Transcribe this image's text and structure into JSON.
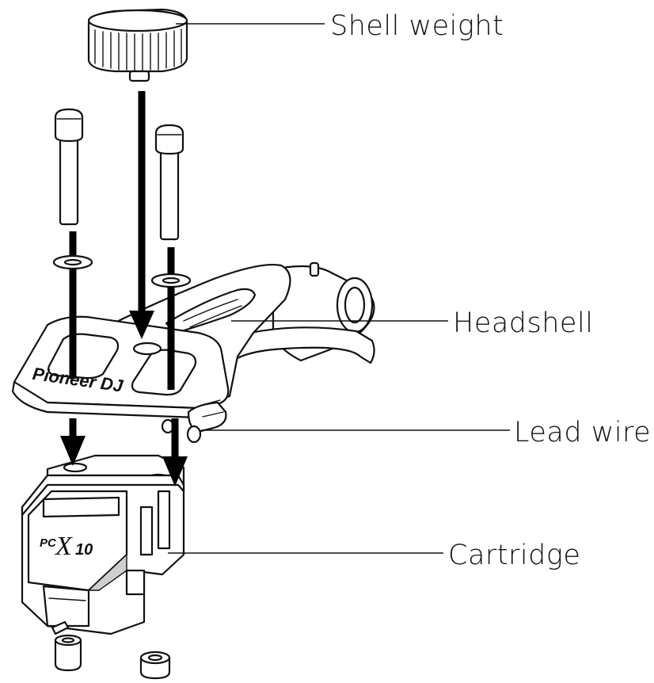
{
  "callouts": {
    "shell_weight": "Shell weight",
    "headshell": "Headshell",
    "lead_wire": "Lead wire",
    "cartridge": "Cartridge"
  },
  "brand_text": {
    "headshell_logo": "Pioneer DJ",
    "cartridge_pc": "PC",
    "cartridge_model": "X",
    "cartridge_number": "10"
  },
  "colors": {
    "line": "#111111",
    "arrow": "#000000",
    "background": "#ffffff",
    "shade": "#cfcfcf"
  }
}
